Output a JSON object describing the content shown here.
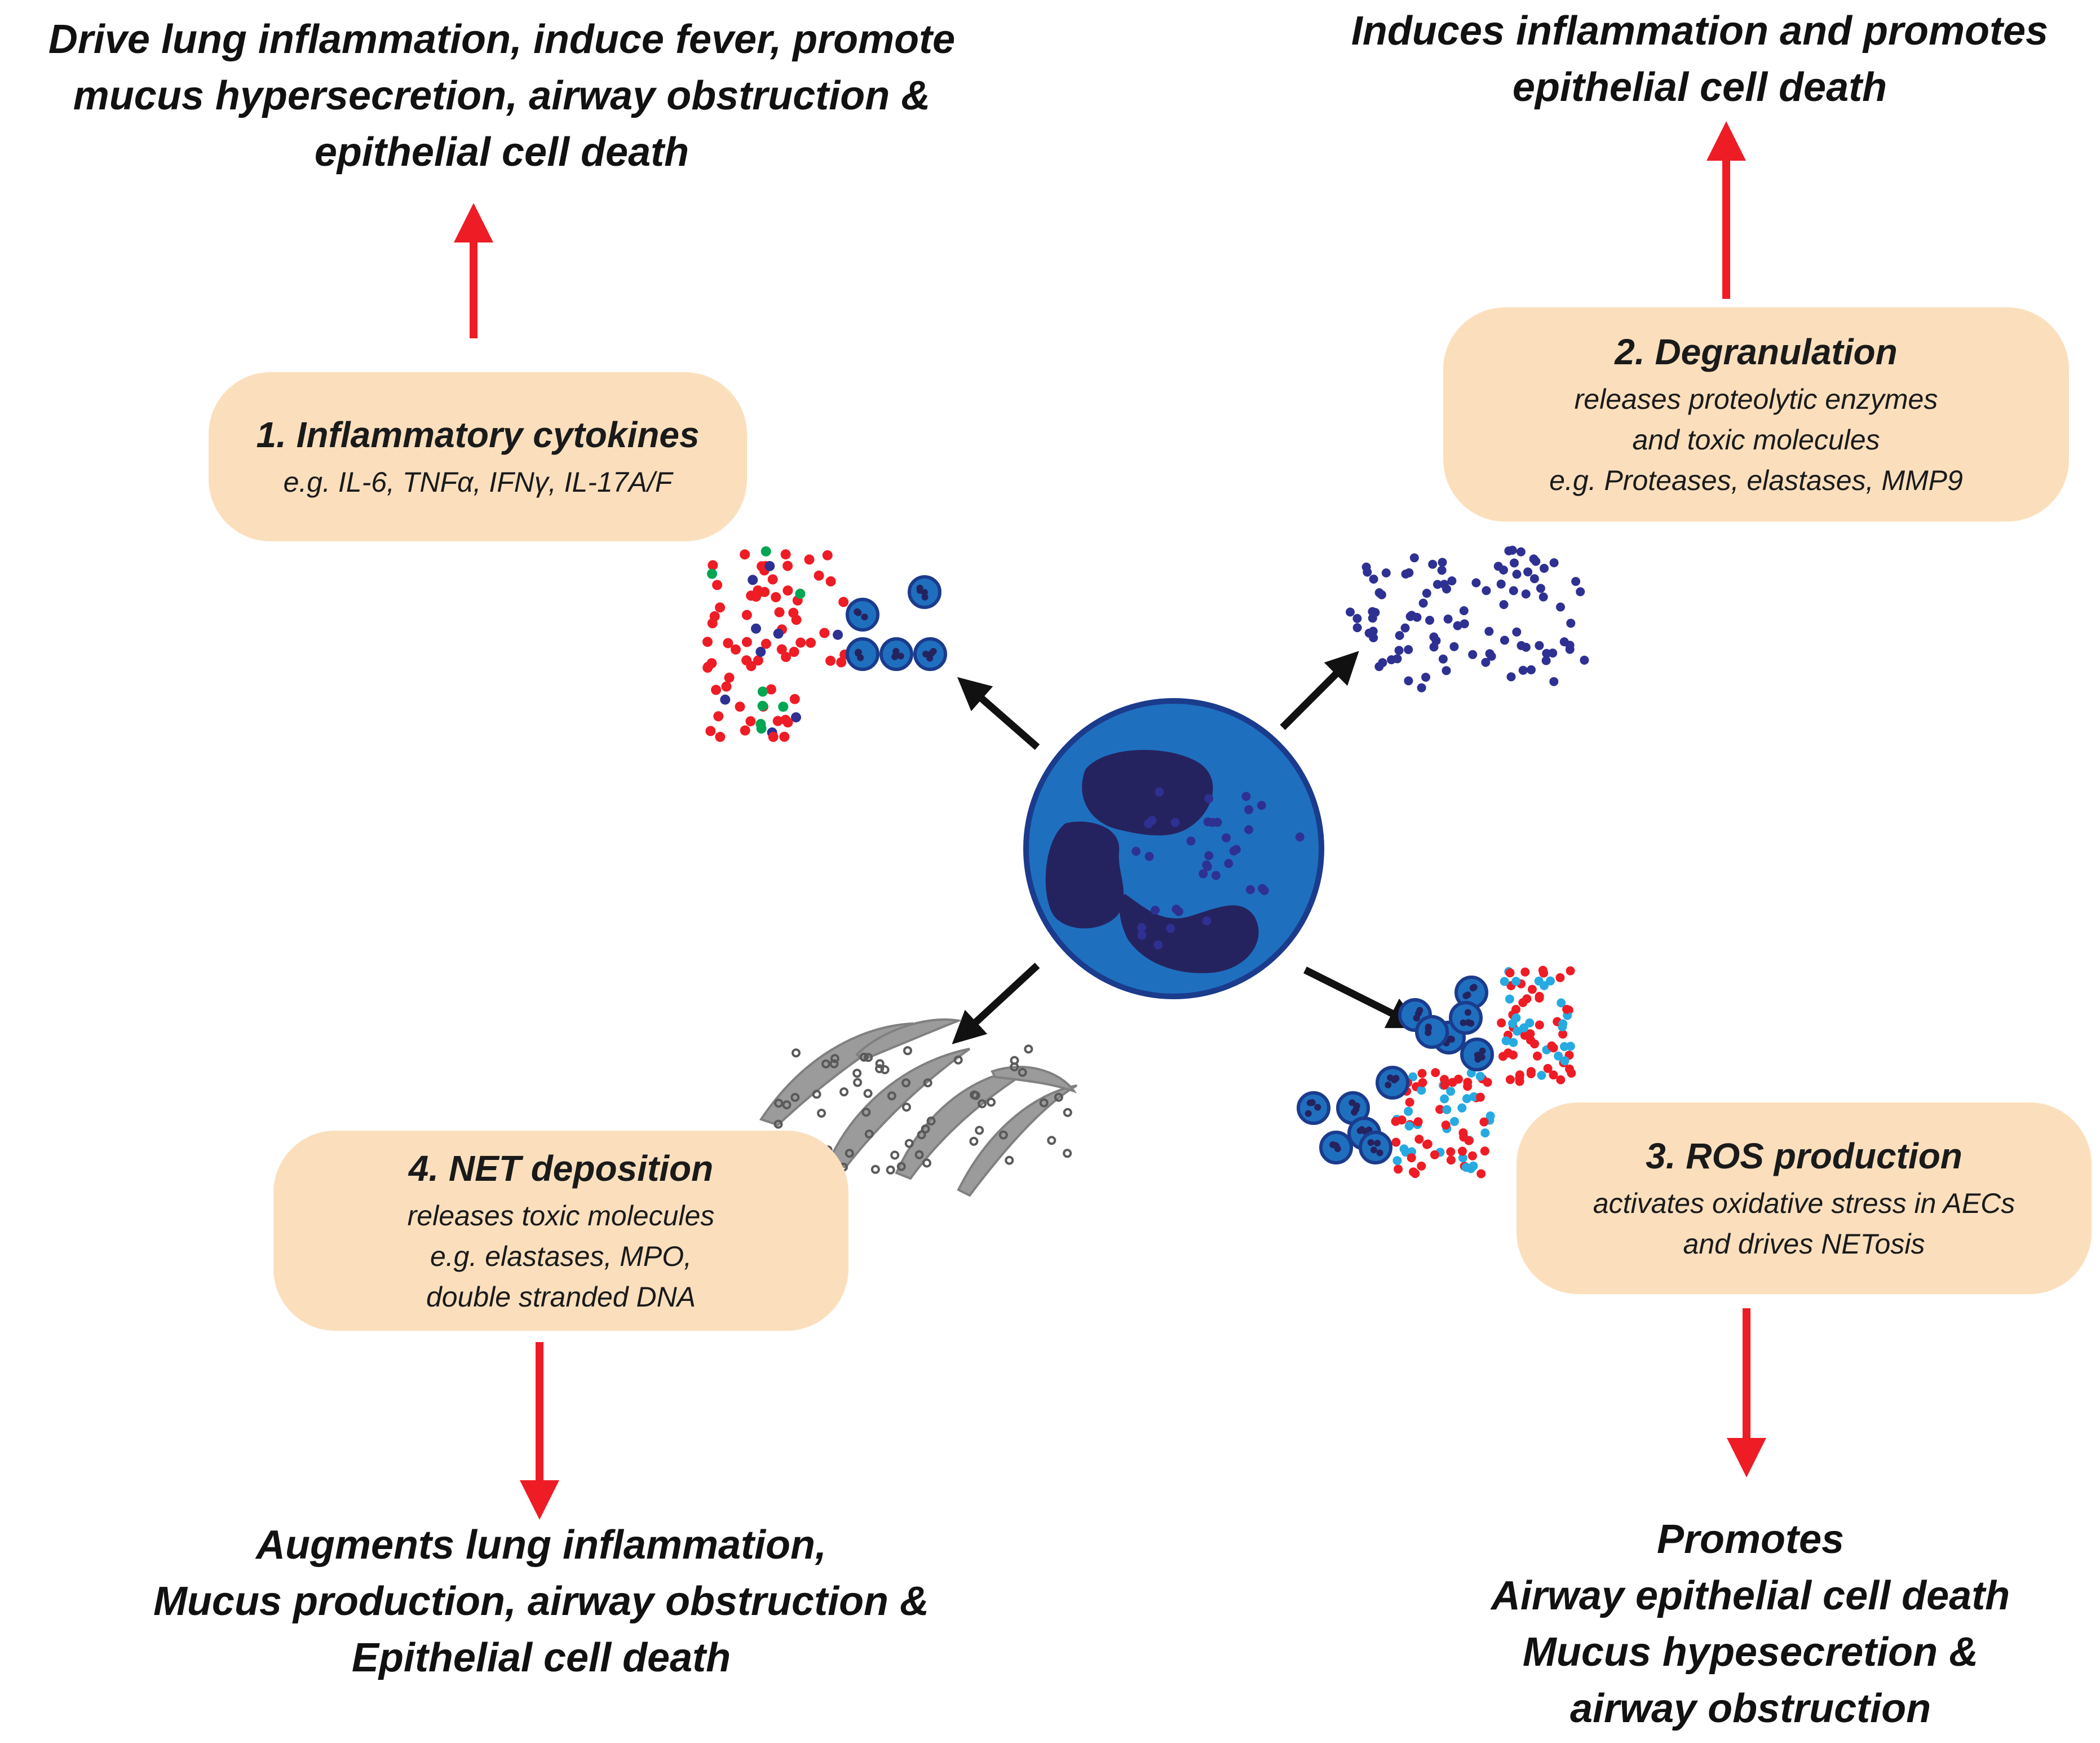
{
  "colors": {
    "box_fill": "#fbdfbd",
    "red_arrow": "#ee1c25",
    "black_arrow": "#111111",
    "cell_fill": "#1f6fbf",
    "cell_stroke": "#1b3b8c",
    "nucleus": "#25235f",
    "granule": "#2e3192",
    "red_dot": "#ee1c25",
    "green_dot": "#00a651",
    "cyan_dot": "#27aae1",
    "net_gray": "#7d7d7d"
  },
  "boxes": {
    "cytokines": {
      "title": "1. Inflammatory cytokines",
      "lines": [
        "e.g. IL-6, TNFα, IFNγ, IL-17A/F"
      ]
    },
    "degranulation": {
      "title": "2. Degranulation",
      "lines": [
        "releases proteolytic enzymes",
        "and toxic molecules",
        "e.g. Proteases, elastases, MMP9"
      ]
    },
    "ros": {
      "title": "3. ROS production",
      "lines": [
        "activates oxidative stress in AECs",
        "and drives NETosis"
      ]
    },
    "net": {
      "title": "4.  NET deposition",
      "lines": [
        "releases toxic molecules",
        "e.g. elastases, MPO,",
        "double stranded DNA"
      ]
    }
  },
  "outcomes": {
    "top_left": [
      "Drive lung inflammation, induce fever, promote",
      "mucus hypersecretion, airway obstruction &",
      "epithelial cell death"
    ],
    "top_right": [
      "Induces inflammation and promotes",
      "epithelial cell death"
    ],
    "bottom_left": [
      "Augments lung inflammation,",
      "Mucus production, airway obstruction &",
      "Epithelial cell death"
    ],
    "bottom_right": [
      "Promotes",
      "Airway epithelial cell death",
      "Mucus hypesecretion &",
      "airway obstruction"
    ]
  }
}
